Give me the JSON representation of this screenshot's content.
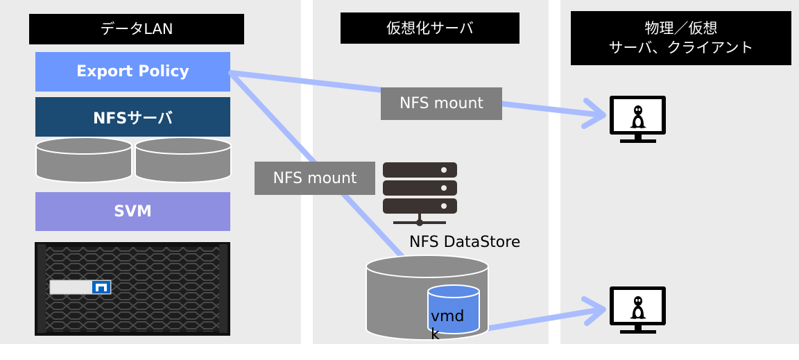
{
  "columns": [
    {
      "title": "データLAN"
    },
    {
      "title": "仮想化サーバ"
    },
    {
      "title": "物理／仮想\nサーバ、クライアント"
    }
  ],
  "storage": {
    "export_policy": "Export Policy",
    "nfs_server": "NFSサーバ",
    "svm": "SVM"
  },
  "connections": {
    "mount_label_right": "NFS mount",
    "mount_label_left": "NFS mount"
  },
  "server": {
    "datastore_label": "NFS DataStore",
    "vmdk_label": "vmd\nk"
  },
  "icons": [
    "server-rack-icon",
    "linux-monitor-icon",
    "netapp-logo-icon",
    "storage-appliance-icon"
  ],
  "colors": {
    "export_policy": "#6b97ff",
    "nfs_server": "#1b4a72",
    "svm": "#8e8fe0",
    "arrow": "#a9bcff",
    "vmdk": "#5b8be6",
    "datastore": "#8c8c8c"
  }
}
